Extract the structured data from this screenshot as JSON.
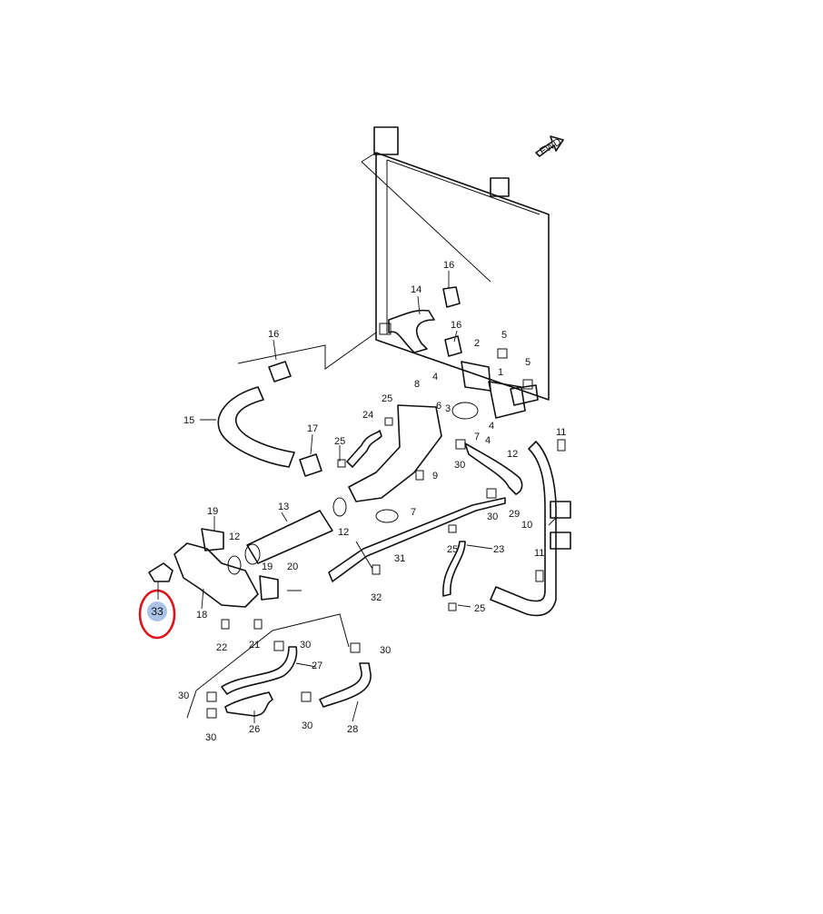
{
  "diagram": {
    "fwd_label": "FWD",
    "highlighted_part": "33",
    "highlight_color": "#d9141c",
    "highlight_fill": "#a9c3e6",
    "callouts": {
      "c1": "1",
      "c2": "2",
      "c3": "3",
      "c4a": "4",
      "c4b": "4",
      "c4c": "4",
      "c5a": "5",
      "c5b": "5",
      "c6": "6",
      "c7a": "7",
      "c7b": "7",
      "c8": "8",
      "c9": "9",
      "c10": "10",
      "c11a": "11",
      "c11b": "11",
      "c12a": "12",
      "c12b": "12",
      "c12c": "12",
      "c13": "13",
      "c14": "14",
      "c15": "15",
      "c16a": "16",
      "c16b": "16",
      "c16c": "16",
      "c17": "17",
      "c18": "18",
      "c19a": "19",
      "c19b": "19",
      "c20": "20",
      "c21": "21",
      "c22": "22",
      "c23": "23",
      "c24": "24",
      "c25a": "25",
      "c25b": "25",
      "c25c": "25",
      "c25d": "25",
      "c26": "26",
      "c27": "27",
      "c28": "28",
      "c29": "29",
      "c30a": "30",
      "c30b": "30",
      "c30c": "30",
      "c30d": "30",
      "c30e": "30",
      "c30f": "30",
      "c30g": "30",
      "c31": "31",
      "c32": "32"
    }
  }
}
